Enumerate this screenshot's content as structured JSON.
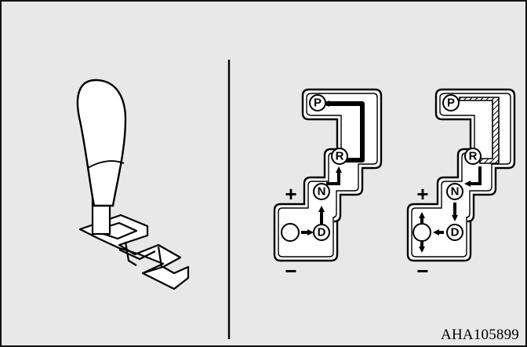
{
  "figure": {
    "code": "AHA105899"
  },
  "gates": [
    {
      "positions": {
        "p": "P",
        "r": "R",
        "n": "N",
        "d": "D"
      },
      "signs": {
        "plus": "+",
        "minus": "−"
      },
      "p_path_style": "solid"
    },
    {
      "positions": {
        "p": "P",
        "r": "R",
        "n": "N",
        "d": "D"
      },
      "signs": {
        "plus": "+",
        "minus": "−"
      },
      "p_path_style": "hatched"
    }
  ],
  "colors": {
    "background": "#e8e8e8",
    "outline": "#000000",
    "gate_fill": "#ffffff"
  }
}
